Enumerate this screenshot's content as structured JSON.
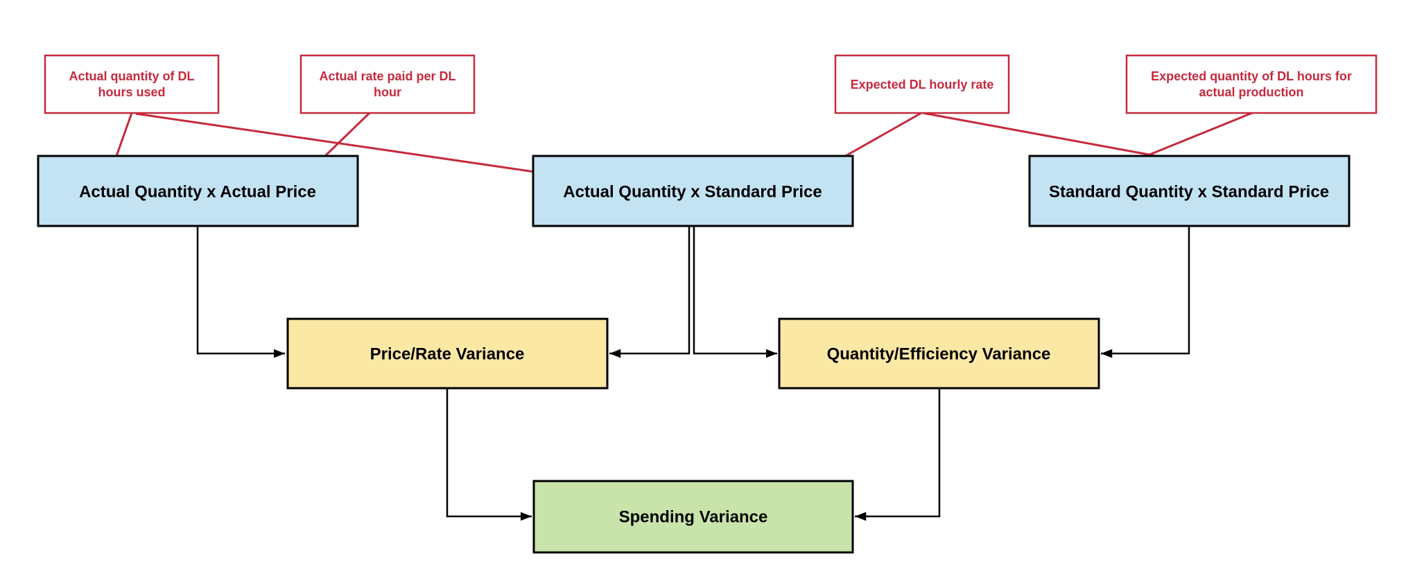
{
  "diagram": {
    "background": "#FFFFFF",
    "colors": {
      "annotation_red": "#C6293C",
      "node_blue_fill": "#C3E3F3",
      "node_yellow_fill": "#FBE8A5",
      "node_green_fill": "#C9E4AB",
      "node_border": "#000000",
      "connector_black": "#000000"
    },
    "annotations": [
      {
        "id": "a1",
        "line1": "Actual quantity of DL",
        "line2": "hours used"
      },
      {
        "id": "a2",
        "line1": "Actual rate paid per DL",
        "line2": "hour"
      },
      {
        "id": "a3",
        "line1": "Expected DL hourly rate",
        "line2": ""
      },
      {
        "id": "a4",
        "line1": "Expected quantity of DL hours for",
        "line2": "actual production"
      }
    ],
    "nodes": [
      {
        "id": "b1",
        "label": "Actual Quantity x Actual Price",
        "color": "blue"
      },
      {
        "id": "b2",
        "label": "Actual Quantity x Standard Price",
        "color": "blue"
      },
      {
        "id": "b3",
        "label": "Standard Quantity x Standard Price",
        "color": "blue"
      },
      {
        "id": "y1",
        "label": "Price/Rate Variance",
        "color": "yellow"
      },
      {
        "id": "y2",
        "label": "Quantity/Efficiency Variance",
        "color": "yellow"
      },
      {
        "id": "g1",
        "label": "Spending Variance",
        "color": "green"
      }
    ],
    "edges": [
      {
        "from": "a1",
        "to": "b1",
        "style": "red-arrow"
      },
      {
        "from": "a1",
        "to": "b2",
        "style": "red-arrow"
      },
      {
        "from": "a2",
        "to": "b1",
        "style": "red-arrow"
      },
      {
        "from": "a3",
        "to": "b2",
        "style": "red-arrow"
      },
      {
        "from": "a3",
        "to": "b3",
        "style": "red-arrow"
      },
      {
        "from": "a4",
        "to": "b3",
        "style": "red-arrow"
      },
      {
        "from": "b1",
        "to": "y1",
        "style": "black-elbow"
      },
      {
        "from": "b2",
        "to": "y1",
        "style": "black-elbow"
      },
      {
        "from": "b2",
        "to": "y2",
        "style": "black-elbow"
      },
      {
        "from": "b3",
        "to": "y2",
        "style": "black-elbow"
      },
      {
        "from": "y1",
        "to": "g1",
        "style": "black-elbow"
      },
      {
        "from": "y2",
        "to": "g1",
        "style": "black-elbow"
      }
    ]
  }
}
